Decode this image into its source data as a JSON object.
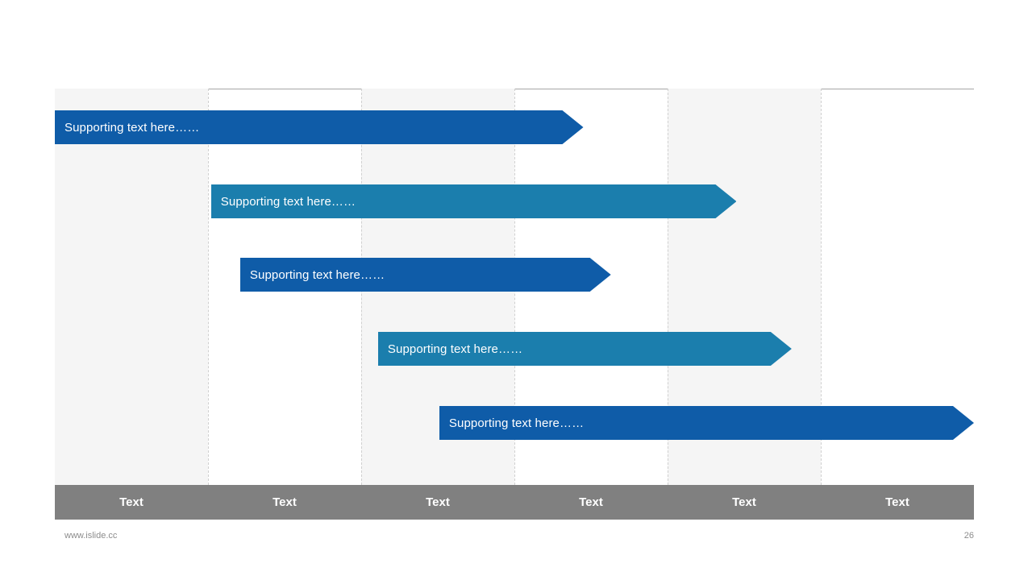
{
  "slide": {
    "footer_url": "www.islide.cc",
    "page_number": "26"
  },
  "colors": {
    "bar_dark": "#0f5ca8",
    "bar_light": "#1b7ead",
    "axis_strip": "#808080",
    "band_shade": "#f5f5f5",
    "grid_line": "#d0d0d0",
    "top_rule": "#a6a6a6"
  },
  "chart_data": {
    "type": "bar",
    "title": "",
    "xlabel": "",
    "ylabel": "",
    "grid": true,
    "legend": "none",
    "orientation": "horizontal",
    "axis_columns": 6,
    "categories": [
      "Text",
      "Text",
      "Text",
      "Text",
      "Text",
      "Text"
    ],
    "xlim": [
      0,
      6
    ],
    "bars": [
      {
        "label": "Supporting text here……",
        "start": 0.0,
        "end": 3.45,
        "color": "#0f5ca8",
        "style": "dark"
      },
      {
        "label": "Supporting text here……",
        "start": 1.02,
        "end": 4.45,
        "color": "#1b7ead",
        "style": "light"
      },
      {
        "label": "Supporting text here……",
        "start": 1.21,
        "end": 3.63,
        "color": "#0f5ca8",
        "style": "dark"
      },
      {
        "label": "Supporting text here……",
        "start": 2.11,
        "end": 4.81,
        "color": "#1b7ead",
        "style": "light"
      },
      {
        "label": "Supporting text here……",
        "start": 2.51,
        "end": 6.0,
        "color": "#0f5ca8",
        "style": "dark"
      }
    ]
  },
  "grid": {
    "bands": [
      {
        "start": 0,
        "end": 1,
        "shaded": true
      },
      {
        "start": 1,
        "end": 2,
        "shaded": false
      },
      {
        "start": 2,
        "end": 3,
        "shaded": true
      },
      {
        "start": 3,
        "end": 4,
        "shaded": false
      },
      {
        "start": 4,
        "end": 5,
        "shaded": true
      },
      {
        "start": 5,
        "end": 6,
        "shaded": false
      }
    ]
  }
}
